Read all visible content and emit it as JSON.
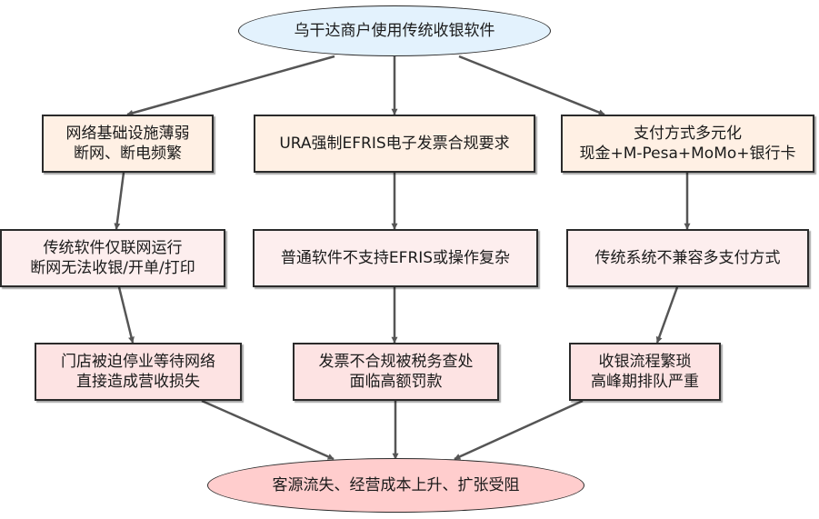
{
  "diagram": {
    "type": "flowchart",
    "colors": {
      "root_fill": "#e3f2fd",
      "cause_fill": "#fff0e4",
      "issue_fill": "#fdeeee",
      "impact_fill": "#fde3e3",
      "result_fill": "#ffcdcd",
      "edge": "#555555"
    },
    "nodes": {
      "root": {
        "lines": [
          "乌干达商户使用传统收银软件"
        ]
      },
      "cause_network": {
        "lines": [
          "网络基础设施薄弱",
          "断网、断电频繁"
        ]
      },
      "cause_efris": {
        "lines": [
          "URA强制EFRIS电子发票合规要求"
        ]
      },
      "cause_payment": {
        "lines": [
          "支付方式多元化",
          "现金+M-Pesa+MoMo+银行卡"
        ]
      },
      "issue_network": {
        "lines": [
          "传统软件仅联网运行",
          "断网无法收银/开单/打印"
        ]
      },
      "issue_efris": {
        "lines": [
          "普通软件不支持EFRIS或操作复杂"
        ]
      },
      "issue_payment": {
        "lines": [
          "传统系统不兼容多支付方式"
        ]
      },
      "impact_network": {
        "lines": [
          "门店被迫停业等待网络",
          "直接造成营收损失"
        ]
      },
      "impact_efris": {
        "lines": [
          "发票不合规被税务查处",
          "面临高额罚款"
        ]
      },
      "impact_payment": {
        "lines": [
          "收银流程繁琐",
          "高峰期排队严重"
        ]
      },
      "result": {
        "lines": [
          "客源流失、经营成本上升、扩张受阻"
        ]
      }
    },
    "edges": [
      [
        "root",
        "cause_network"
      ],
      [
        "root",
        "cause_efris"
      ],
      [
        "root",
        "cause_payment"
      ],
      [
        "cause_network",
        "issue_network"
      ],
      [
        "cause_efris",
        "issue_efris"
      ],
      [
        "cause_payment",
        "issue_payment"
      ],
      [
        "issue_network",
        "impact_network"
      ],
      [
        "issue_efris",
        "impact_efris"
      ],
      [
        "issue_payment",
        "impact_payment"
      ],
      [
        "impact_network",
        "result"
      ],
      [
        "impact_efris",
        "result"
      ],
      [
        "impact_payment",
        "result"
      ]
    ]
  }
}
